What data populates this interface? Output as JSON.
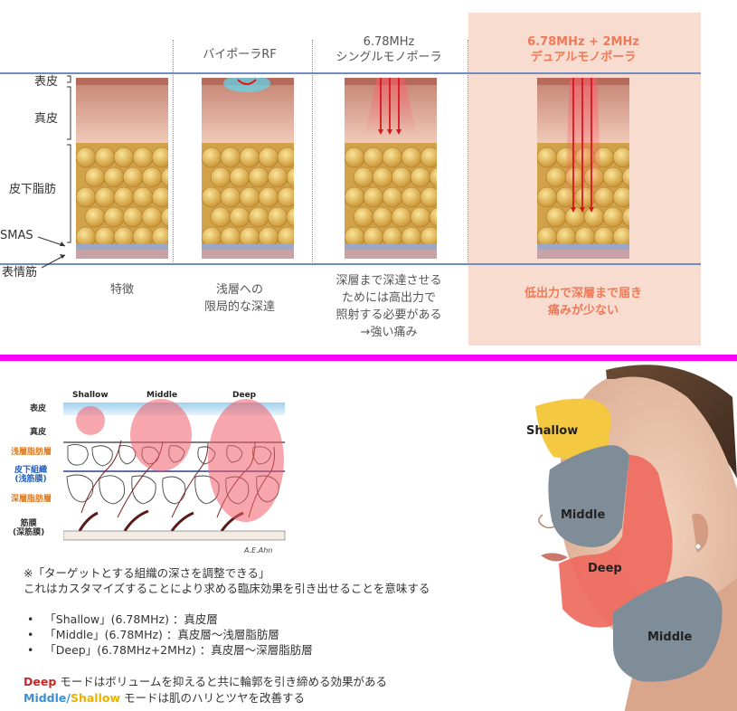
{
  "top": {
    "columns": [
      {
        "header": [
          "",
          ""
        ],
        "caption": [
          "特徴"
        ]
      },
      {
        "header": [
          "バイポーラRF",
          ""
        ],
        "caption": [
          "浅層への",
          "限局的な深達"
        ]
      },
      {
        "header": [
          "6.78MHz",
          "シングルモノポーラ"
        ],
        "caption": [
          "深層まで深達させる",
          "ためには高出力で",
          "照射する必要がある",
          "→強い痛み"
        ]
      },
      {
        "header": [
          "6.78MHz + 2MHz",
          "デュアルモノポーラ"
        ],
        "caption": [
          "低出力で深層まで届き",
          "痛みが少ない"
        ]
      }
    ],
    "layers": [
      "表皮",
      "真皮",
      "皮下脂肪",
      "SMAS",
      "表情筋"
    ],
    "colors": {
      "highlight_bg": "#f9dcd0",
      "highlight_text": "#ee7a58",
      "rule": "#6f8dc0"
    }
  },
  "separator_color": "#ff00ff",
  "bottom": {
    "diagram": {
      "heads": [
        "Shallow",
        "Middle",
        "Deep"
      ],
      "left_labels": [
        {
          "text": "表皮",
          "color": "#222"
        },
        {
          "text": "真皮",
          "color": "#222"
        },
        {
          "text": "浅層脂肪層",
          "color": "#e07a20"
        },
        {
          "text": "皮下組織",
          "color": "#2060c0"
        },
        {
          "text": "(浅筋膜)",
          "color": "#2060c0"
        },
        {
          "text": "深層脂肪層",
          "color": "#e07a20"
        },
        {
          "text": "筋膜",
          "color": "#222"
        },
        {
          "text": "(深筋膜)",
          "color": "#222"
        }
      ],
      "signature": "A.E.Ahn"
    },
    "notes": [
      "※「ターゲットとする組織の深さを調整できる」",
      "これはカスタマイズすることにより求める臨床効果を引き出せることを意味する"
    ],
    "bullets": [
      "「Shallow」(6.78MHz) ：真皮層",
      "「Middle」(6.78MHz) ：真皮層～浅層脂肪層",
      "「Deep」(6.78MHz+2MHz) ：真皮層～深層脂肪層"
    ],
    "summary": [
      {
        "keyword": "Deep",
        "keyword_color": "#c62828",
        "text": " モードはボリュームを抑えると共に輪郭を引き締める効果がある"
      },
      {
        "keyword": "Middle",
        "keyword_color": "#3a8fd6",
        "sep": "/",
        "keyword2": "Shallow",
        "keyword2_color": "#e8b400",
        "text": " モードは肌のハリとツヤを改善する"
      }
    ],
    "face_zones": [
      {
        "name": "Shallow",
        "color": "#f5c842"
      },
      {
        "name": "Middle",
        "color": "#7f8d98"
      },
      {
        "name": "Deep",
        "color": "#ee6a5e"
      },
      {
        "name": "Middle",
        "color": "#7f8d98"
      }
    ]
  }
}
